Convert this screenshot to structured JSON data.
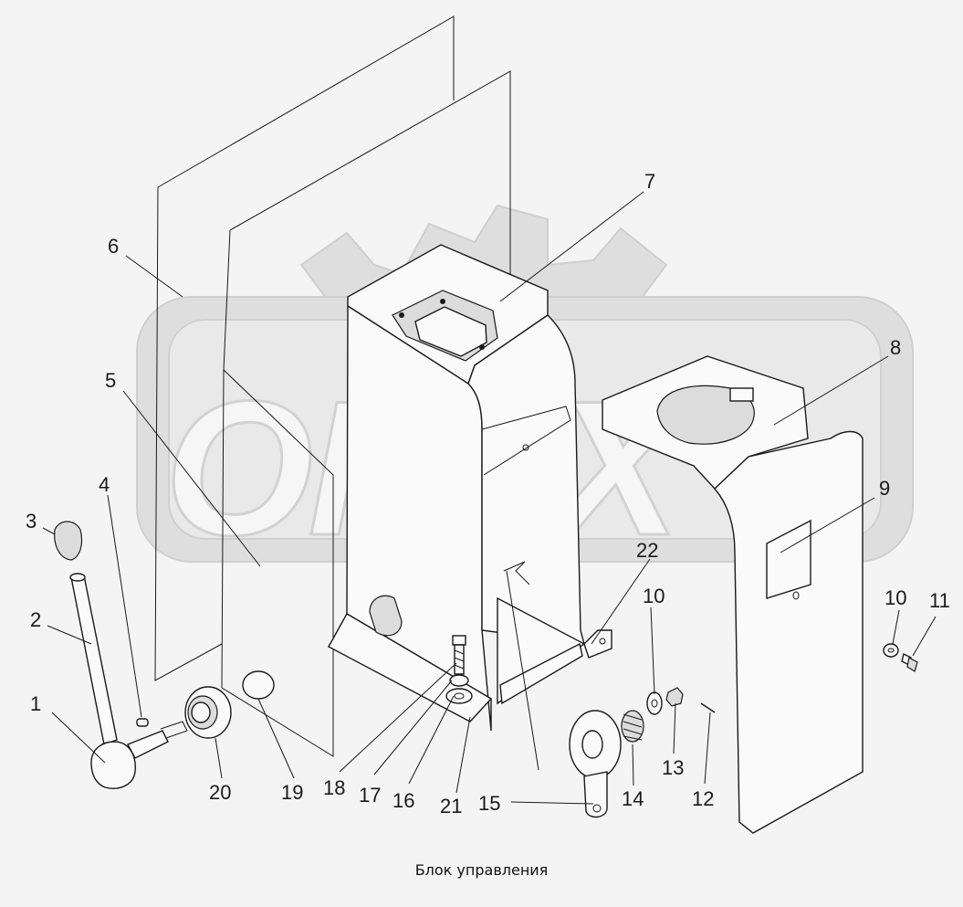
{
  "watermark": {
    "text": "OPEX"
  },
  "caption": "Блок управления",
  "callouts": [
    {
      "id": "1",
      "label": "1"
    },
    {
      "id": "2",
      "label": "2"
    },
    {
      "id": "3",
      "label": "3"
    },
    {
      "id": "4",
      "label": "4"
    },
    {
      "id": "5",
      "label": "5"
    },
    {
      "id": "6",
      "label": "6"
    },
    {
      "id": "7",
      "label": "7"
    },
    {
      "id": "8",
      "label": "8"
    },
    {
      "id": "9",
      "label": "9"
    },
    {
      "id": "10a",
      "label": "10"
    },
    {
      "id": "10b",
      "label": "10"
    },
    {
      "id": "11",
      "label": "11"
    },
    {
      "id": "12",
      "label": "12"
    },
    {
      "id": "13",
      "label": "13"
    },
    {
      "id": "14",
      "label": "14"
    },
    {
      "id": "15",
      "label": "15"
    },
    {
      "id": "16",
      "label": "16"
    },
    {
      "id": "17",
      "label": "17"
    },
    {
      "id": "18",
      "label": "18"
    },
    {
      "id": "19",
      "label": "19"
    },
    {
      "id": "20",
      "label": "20"
    },
    {
      "id": "21",
      "label": "21"
    },
    {
      "id": "22",
      "label": "22"
    }
  ]
}
